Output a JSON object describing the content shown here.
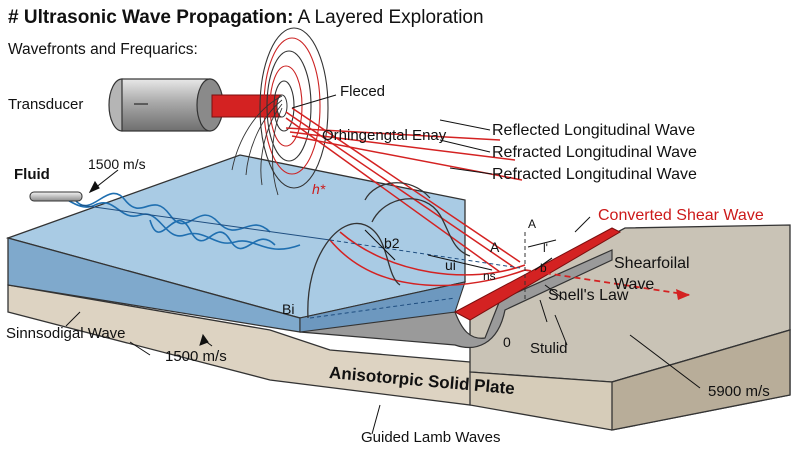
{
  "title": {
    "bold": "# Ultrasonic Wave Propagation:",
    "rest": " A Layered Exploration"
  },
  "subtitle": "Wavefronts and Frequarics:",
  "labels": {
    "transducer": "Transducer",
    "fleced": "Fleced",
    "orhingengtal": "Orhingengtal Enay",
    "reflected_long": "Reflected Longitudinal Wave",
    "refracted_long_1": "Refracted Longitudinal Wave",
    "refracted_long_2": "Refracted Longitudinal Wave",
    "converted_shear": "Converted Shear Wave",
    "fluid": "Fluid",
    "speed_fluid": "1500 m/s",
    "h_star": "h*",
    "b2": "b2",
    "a_top": "A",
    "a_mid": "A",
    "l_prime": "l'",
    "b_small": "b",
    "u_i": "ui",
    "n_s": "ns",
    "shearfoil_1": "Shearfoilal",
    "shearfoil_2": "Wave",
    "snells_law": "Snell's Law",
    "b_i": "Bi",
    "zero": "0",
    "stulid": "Stulid",
    "sinusoidal": "Sinnsodigal Wave",
    "speed_bottom": "1500 m/s",
    "plate": "Anisotorpic Solid Plate",
    "speed_solid": "5900 m/s",
    "lamb": "Guided Lamb Waves"
  },
  "colors": {
    "fluid_top": "#a9cbe4",
    "fluid_side": "#7fa9cc",
    "solid_top": "#c9c3b6",
    "solid_side": "#ddd3c2",
    "wave_red": "#d42222",
    "wave_blue": "#1f6fb0"
  }
}
